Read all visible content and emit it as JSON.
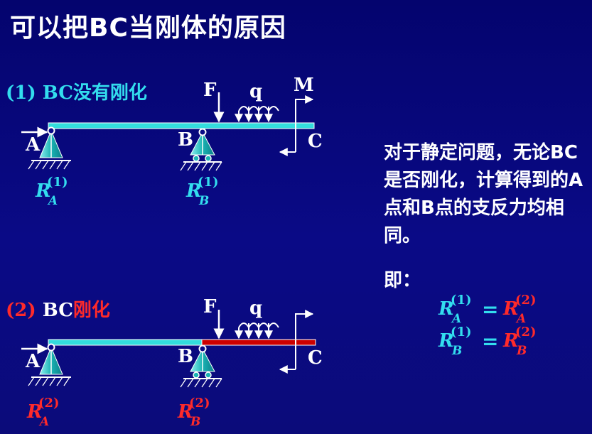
{
  "title": "可以把BC当刚体的原因",
  "case1": {
    "num": "(1)",
    "bc": "BC",
    "cn": "没有刚化"
  },
  "case2": {
    "num": "(2)",
    "bc": "BC",
    "cn": "刚化"
  },
  "labels": {
    "A": "A",
    "B": "B",
    "C": "C",
    "F": "F",
    "q": "q",
    "M": "M"
  },
  "reactions": {
    "R": "R",
    "A": "A",
    "B": "B",
    "sup1": "(1)",
    "sup2": "(2)"
  },
  "explanation": "对于静定问题，无论BC是否刚化，计算得到的A点和B点的支反力均相同。",
  "ji_label": "即：",
  "equals": "=",
  "colors": {
    "beam": "#33dddd",
    "rigid": "#cc0000",
    "cyan_text": "#33ddee",
    "red_text": "#ff2a2a",
    "support": "#1ab3b3"
  }
}
